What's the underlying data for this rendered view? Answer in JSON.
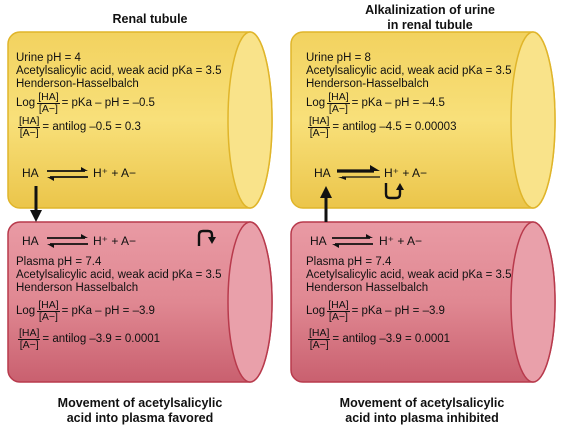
{
  "titles": {
    "left_top": "Renal tubule",
    "right_top_line1": "Alkalinization of urine",
    "right_top_line2": "in renal tubule",
    "left_bottom_line1": "Movement of acetylsalicylic",
    "left_bottom_line2": "acid into plasma favored",
    "right_bottom_line1": "Movement of acetylsalicylic",
    "right_bottom_line2": "acid into plasma inhibited"
  },
  "colors": {
    "tubule_fill": "#f4d266",
    "tubule_stroke": "#e0b52a",
    "plasma_fill": "#d8727f",
    "plasma_stroke": "#b83a4c"
  },
  "panels": {
    "left_top": {
      "ph": "Urine pH = 4",
      "drug": "Acetylsalicylic acid, weak acid pKa = 3.5",
      "equation": "Henderson-Hasselbalch",
      "log_prefix": "Log",
      "frac_num": "[HA]",
      "frac_den": "[A−]",
      "log_rhs": "= pKa – pH = –0.5",
      "antilog_rhs": "= antilog –0.5 = 0.3",
      "reaction_left": "HA",
      "reaction_right": "H⁺ + A−"
    },
    "right_top": {
      "ph": "Urine pH = 8",
      "drug": "Acetylsalicylic acid, weak acid pKa = 3.5",
      "equation": "Henderson-Hasselbalch",
      "log_prefix": "Log",
      "frac_num": "[HA]",
      "frac_den": "[A−]",
      "log_rhs": "= pKa – pH = –4.5",
      "antilog_rhs": "= antilog –4.5 = 0.00003",
      "reaction_left": "HA",
      "reaction_right": "H⁺ + A−"
    },
    "left_bottom": {
      "reaction_left": "HA",
      "reaction_right": "H⁺ + A−",
      "ph": "Plasma pH = 7.4",
      "drug": "Acetylsalicylic acid, weak acid pKa = 3.5",
      "equation": "Henderson Hasselbalch",
      "log_prefix": "Log",
      "frac_num": "[HA]",
      "frac_den": "[A−]",
      "log_rhs": "= pKa – pH = –3.9",
      "antilog_rhs": "= antilog –3.9 = 0.0001"
    },
    "right_bottom": {
      "reaction_left": "HA",
      "reaction_right": "H⁺ + A−",
      "ph": "Plasma pH = 7.4",
      "drug": "Acetylsalicylic acid, weak acid pKa = 3.5",
      "equation": "Henderson Hasselbalch",
      "log_prefix": "Log",
      "frac_num": "[HA]",
      "frac_den": "[A−]",
      "log_rhs": "= pKa – pH = –3.9",
      "antilog_rhs": "= antilog –3.9 = 0.0001"
    }
  }
}
